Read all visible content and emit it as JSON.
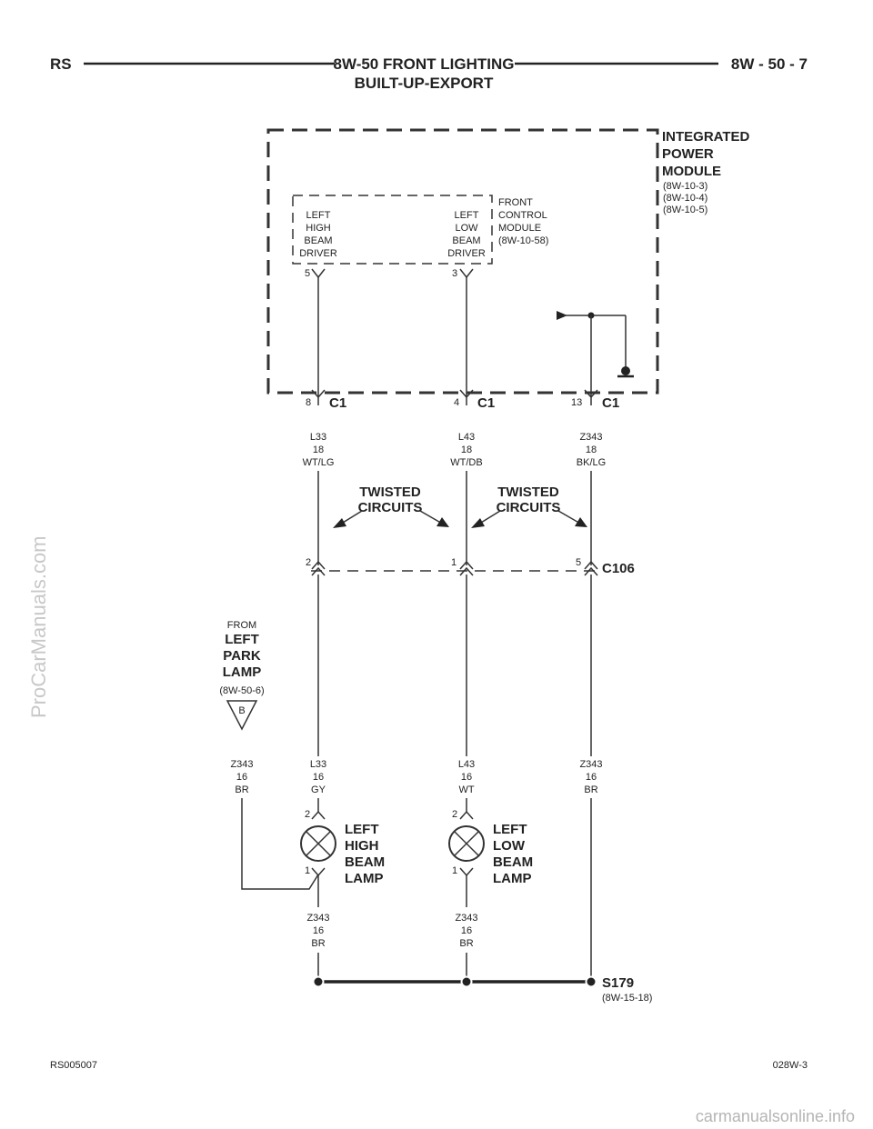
{
  "header": {
    "left_code": "RS",
    "title": "8W-50 FRONT LIGHTING",
    "subtitle": "BUILT-UP-EXPORT",
    "page_ref": "8W - 50 - 7"
  },
  "ipm": {
    "name_lines": [
      "INTEGRATED",
      "POWER",
      "MODULE"
    ],
    "refs": [
      "(8W-10-3)",
      "(8W-10-4)",
      "(8W-10-5)"
    ]
  },
  "fcm": {
    "name_lines": [
      "FRONT",
      "CONTROL",
      "MODULE",
      "(8W-10-58)"
    ],
    "high_driver_lines": [
      "LEFT",
      "HIGH",
      "BEAM",
      "DRIVER"
    ],
    "low_driver_lines": [
      "LEFT",
      "LOW",
      "BEAM",
      "DRIVER"
    ],
    "high_pin": "5",
    "low_pin": "3"
  },
  "connector_c1": {
    "label": "C1",
    "pins": [
      "8",
      "4",
      "13"
    ]
  },
  "upper_wires": [
    {
      "circuit": "L33",
      "gauge": "18",
      "color": "WT/LG"
    },
    {
      "circuit": "L43",
      "gauge": "18",
      "color": "WT/DB"
    },
    {
      "circuit": "Z343",
      "gauge": "18",
      "color": "BK/LG"
    }
  ],
  "twisted": {
    "line1": "TWISTED",
    "line2": "CIRCUITS"
  },
  "connector_c106": {
    "label": "C106",
    "pins": [
      "2",
      "1",
      "5"
    ]
  },
  "from_park": {
    "from": "FROM",
    "name_lines": [
      "LEFT",
      "PARK",
      "LAMP"
    ],
    "ref": "(8W-50-6)",
    "pin": "B"
  },
  "lower_wires": [
    {
      "circuit": "Z343",
      "gauge": "16",
      "color": "BR"
    },
    {
      "circuit": "L33",
      "gauge": "16",
      "color": "GY"
    },
    {
      "circuit": "L43",
      "gauge": "16",
      "color": "WT"
    },
    {
      "circuit": "Z343",
      "gauge": "16",
      "color": "BR"
    }
  ],
  "high_lamp": {
    "name_lines": [
      "LEFT",
      "HIGH",
      "BEAM",
      "LAMP"
    ],
    "pin_top": "2",
    "pin_bottom": "1"
  },
  "low_lamp": {
    "name_lines": [
      "LEFT",
      "LOW",
      "BEAM",
      "LAMP"
    ],
    "pin_top": "2",
    "pin_bottom": "1"
  },
  "ground_wires": [
    {
      "circuit": "Z343",
      "gauge": "16",
      "color": "BR"
    },
    {
      "circuit": "Z343",
      "gauge": "16",
      "color": "BR"
    }
  ],
  "splice": {
    "label": "S179",
    "ref": "(8W-15-18)"
  },
  "footer": {
    "left_code": "RS005007",
    "right_code": "028W-3"
  },
  "watermarks": {
    "side": "ProCarManuals.com",
    "bottom": "carmanualsonline.info"
  }
}
